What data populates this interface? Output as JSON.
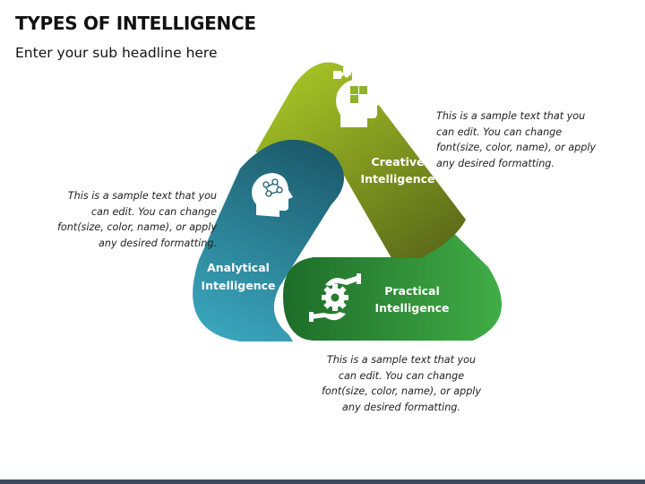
{
  "header": {
    "title": "TYPES OF INTELLIGENCE",
    "subtitle": "Enter your sub headline here"
  },
  "segments": {
    "creative": {
      "label_line1": "Creative",
      "label_line2": "Intelligence",
      "icon": "head-puzzle-icon",
      "color_start": "#a6c526",
      "color_end": "#5f6d19"
    },
    "analytical": {
      "label_line1": "Analytical",
      "label_line2": "Intelligence",
      "icon": "brain-head-icon",
      "color_start": "#1b5a6b",
      "color_end": "#3aa6bd"
    },
    "practical": {
      "label_line1": "Practical",
      "label_line2": "Intelligence",
      "icon": "hands-gear-icon",
      "color_start": "#1e6e2a",
      "color_end": "#41ad46"
    }
  },
  "notes": {
    "right": [
      "This is a sample text that you",
      "can edit. You can change",
      "font(size, color, name), or apply",
      "any desired formatting."
    ],
    "left": [
      "This is a sample text that you",
      "can edit. You can change",
      "font(size, color, name), or apply",
      "any desired formatting."
    ],
    "bottom": [
      "This is a sample text that you",
      "can edit. You can change",
      "font(size, color, name), or apply",
      "any desired formatting."
    ]
  }
}
